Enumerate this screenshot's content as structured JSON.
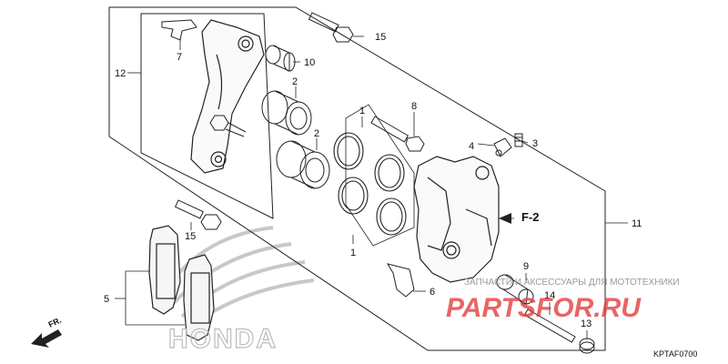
{
  "callouts": [
    {
      "id": "1a",
      "text": "1"
    },
    {
      "id": "1b",
      "text": "1"
    },
    {
      "id": "2a",
      "text": "2"
    },
    {
      "id": "2b",
      "text": "2"
    },
    {
      "id": "3",
      "text": "3"
    },
    {
      "id": "4",
      "text": "4"
    },
    {
      "id": "5",
      "text": "5"
    },
    {
      "id": "6",
      "text": "6"
    },
    {
      "id": "7",
      "text": "7"
    },
    {
      "id": "8",
      "text": "8"
    },
    {
      "id": "9",
      "text": "9"
    },
    {
      "id": "10",
      "text": "10"
    },
    {
      "id": "11",
      "text": "11"
    },
    {
      "id": "12",
      "text": "12"
    },
    {
      "id": "13",
      "text": "13"
    },
    {
      "id": "14",
      "text": "14"
    },
    {
      "id": "15a",
      "text": "15"
    },
    {
      "id": "15b",
      "text": "15"
    }
  ],
  "reference_label": "F-2",
  "direction_label": "FR.",
  "diagram_code": "KPTAF0700",
  "brand_watermark": "HONDA",
  "watermark_caption": "ЗАПЧАСТИ И АКСЕССУАРЫ ДЛЯ МОТОТЕХНИКИ",
  "watermark_site": "PARTSFOR.RU",
  "colors": {
    "line": "#222222",
    "watermark_red": "#e23a3a",
    "watermark_gray": "#9a9a9a"
  }
}
